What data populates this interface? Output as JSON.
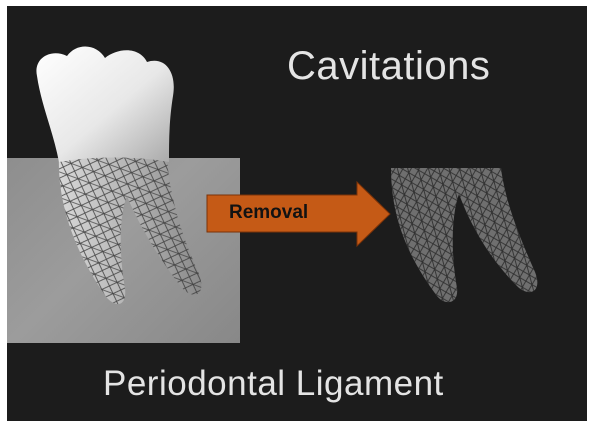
{
  "slide": {
    "title": "Cavitations",
    "arrow_label": "Removal",
    "caption": "Periodontal Ligament"
  },
  "colors": {
    "background": "#1c1c1c",
    "text": "#e4e4e4",
    "arrow": "#c55a16",
    "gum_panel": "#959595"
  }
}
